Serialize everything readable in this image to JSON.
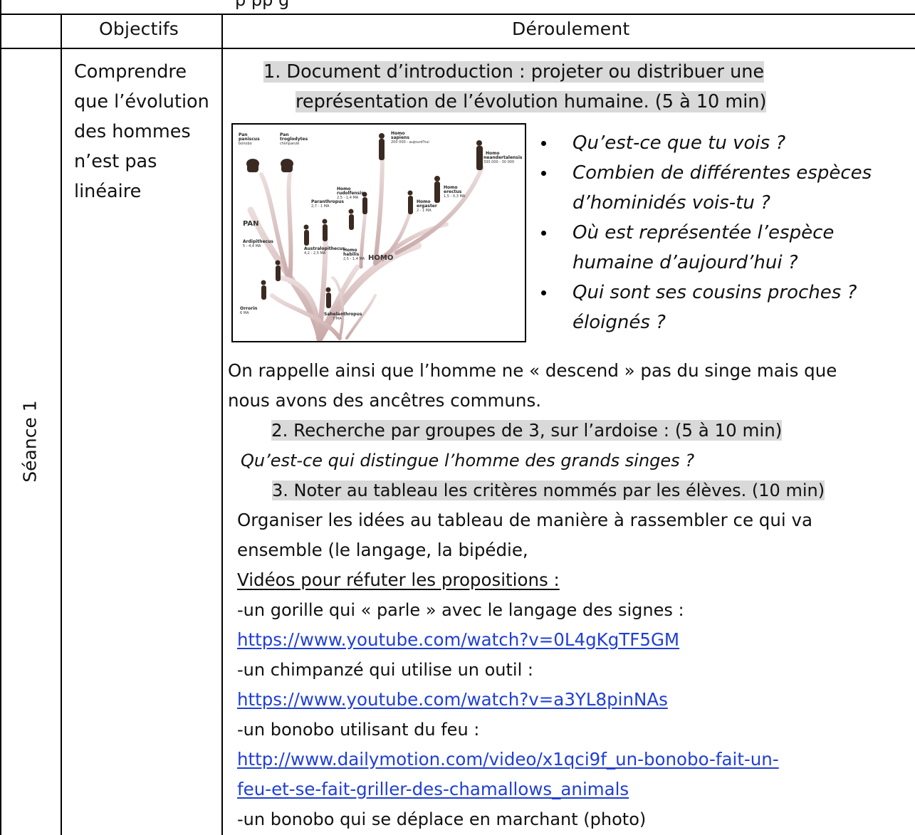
{
  "top_partial_text": "p                    pp       g",
  "header": {
    "col_objectifs": "Objectifs",
    "col_deroulement": "Déroulement"
  },
  "row_label": "Séance 1",
  "objectif_lines": [
    "Comprendre",
    "que l’évolution",
    "des hommes",
    "n’est pas",
    "linéaire"
  ],
  "step1": {
    "line1": "1.   Document d’introduction : projeter ou distribuer une",
    "line2": "représentation de l’évolution humaine. (5 à 10 min)"
  },
  "figure": {
    "labels": {
      "pan_paniscus": [
        "Pan",
        "paniscus",
        "bonobo"
      ],
      "pan_troglodytes": [
        "Pan",
        "troglodytes",
        "chimpanzé"
      ],
      "homo_sapiens": [
        "Homo",
        "sapiens",
        "200 000 - aujourd'hui"
      ],
      "homo_neanderthalensis": [
        "Homo",
        "neandertalensis",
        "330 000 - 30 000"
      ],
      "homo_rudolfensis": [
        "Homo",
        "rudolfensis",
        "2,5 - 1,4 MA"
      ],
      "homo_ergaster": [
        "Homo",
        "ergaster",
        "2 - 1 MA"
      ],
      "homo_erectus": [
        "Homo",
        "erectus",
        "1,5 - 0,3 MA"
      ],
      "paranthropus": [
        "Paranthropus",
        "2,7 - 1 MA"
      ],
      "homo_habilis": [
        "Homo",
        "habilis",
        "2,5 - 1,4 MA"
      ],
      "ardipithecus": [
        "Ardipithecus",
        "5 - 4,4 MA"
      ],
      "australopithecus": [
        "Australopithecus",
        "4,2 - 2,5 MA"
      ],
      "orrorin": [
        "Orrorin",
        "6 MA"
      ],
      "sahelanthropus": [
        "Sahelanthropus",
        "7 MA"
      ],
      "pan": "PAN",
      "homo": "HOMO"
    }
  },
  "questions": [
    "Qu’est-ce que tu vois ?",
    "Combien de différentes espèces",
    "d’hominidés vois-tu ?",
    "Où est représentée l’espèce",
    "humaine d’aujourd’hui ?",
    "Qui sont ses cousins proches ?",
    "éloignés ?"
  ],
  "recall_lines": [
    "On rappelle ainsi que l’homme ne « descend » pas du singe mais que",
    "nous avons des ancêtres communs."
  ],
  "step2": "2.  Recherche par groupes de 3, sur l’ardoise : (5 à 10 min)",
  "step2_question": "Qu’est-ce qui distingue l’homme des grands singes ?",
  "step3": "3.  Noter au tableau les critères nommés par les élèves. (10 min)",
  "organise_lines": [
    "Organiser les idées au tableau de manière à rassembler ce qui va",
    "ensemble (le langage, la bipédie,"
  ],
  "videos_heading": "Vidéos pour réfuter les propositions :",
  "video1_text": "-un gorille qui « parle » avec le langage des signes :",
  "video1_link": "https://www.youtube.com/watch?v=0L4gKgTF5GM",
  "video2_text": "-un chimpanzé qui utilise un outil :",
  "video2_link": "https://www.youtube.com/watch?v=a3YL8pinNAs",
  "video3_text": "-un bonobo utilisant du feu :",
  "video3_link_line1": "http://www.dailymotion.com/video/x1qci9f_un-bonobo-fait-un-",
  "video3_link_line2": "feu-et-se-fait-griller-des-chamallows_animals",
  "video4_text": "-un bonobo qui se déplace en marchant (photo)"
}
